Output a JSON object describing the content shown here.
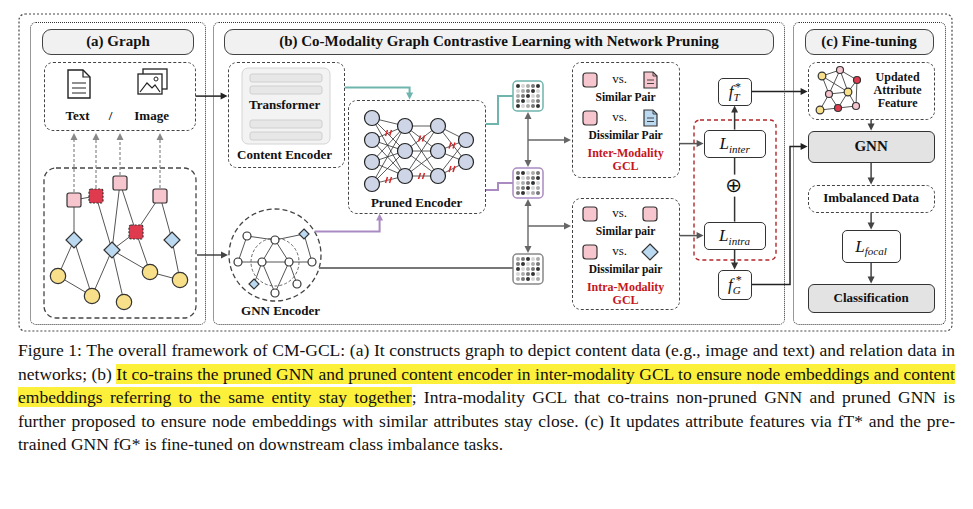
{
  "diagram": {
    "caption": "Figure 1: The overall framework of CM-GCL: (a) It constructs graph to depict content data (e.g., image and text) and relation data in networks; (b) It co-trains the pruned GNN and pruned content encoder in inter-modality GCL to ensure node embeddings and content embeddings referring to the same entity stay together; Intra-modality GCL that co-trains non-pruned GNN and pruned GNN is further proposed to ensure node embeddings with similar attributes stay close. (c) It updates attribute features via fT* and the pre-trained GNN fG* is fine-tuned on downstream class imbalance tasks.",
    "nodes": [
      {
        "text": [
          "(a) Graph"
        ]
      },
      {
        "text": [
          "Text",
          "/",
          "Image"
        ],
        "in": 0
      },
      {
        "text": [
          "(b) Co-Modality Graph Contrastive Learning with Network Pruning"
        ]
      },
      {
        "text": [
          "Transformer",
          "Content Encoder"
        ],
        "in": 2
      },
      {
        "text": [
          "GNN Encoder"
        ],
        "in": 2
      },
      {
        "text": [
          "Pruned Encoder"
        ],
        "in": 2
      },
      {
        "text": [
          "vs.",
          "Similar Pair",
          "vs.",
          "Dissimilar Pair",
          "Inter-Modality GCL"
        ],
        "in": 2
      },
      {
        "text": [
          "vs.",
          "Similar pair",
          "vs.",
          "Dissimilar pair",
          "Intra-Modality GCL"
        ],
        "in": 2
      },
      {
        "text": [
          "fT*"
        ],
        "in": 2
      },
      {
        "text": [
          "Linter"
        ],
        "in": 2
      },
      {
        "text": [
          "⊕"
        ],
        "in": 2
      },
      {
        "text": [
          "Lintra"
        ],
        "in": 2
      },
      {
        "text": [
          "fG*"
        ],
        "in": 2
      },
      {
        "text": [
          "(c) Fine-tuning"
        ]
      },
      {
        "text": [
          "Updated Attribute Feature"
        ],
        "in": 13
      },
      {
        "text": [
          "GNN"
        ],
        "in": 13
      },
      {
        "text": [
          "Imbalanced Data"
        ],
        "in": 13
      },
      {
        "text": [
          "Lfocal"
        ],
        "in": 13
      },
      {
        "text": [
          "Classification"
        ],
        "in": 13
      }
    ],
    "edges": [
      {
        "from": 1,
        "to": 3,
        "arrow": "to"
      },
      {
        "from": 3,
        "to": 5,
        "arrow": "to"
      },
      {
        "from": 4,
        "to": 5,
        "arrow": "to"
      },
      {
        "from": 6,
        "to": 9,
        "arrow": "to"
      },
      {
        "from": 7,
        "to": 11,
        "arrow": "to"
      },
      {
        "from": 9,
        "to": 8,
        "arrow": "to"
      },
      {
        "from": 9,
        "to": 10,
        "arrow": "none"
      },
      {
        "from": 11,
        "to": 10,
        "arrow": "none"
      },
      {
        "from": 11,
        "to": 12,
        "arrow": "to"
      },
      {
        "from": 8,
        "to": 14,
        "arrow": "to"
      },
      {
        "from": 12,
        "to": 15,
        "arrow": "to"
      },
      {
        "from": 14,
        "to": 15,
        "arrow": "to"
      },
      {
        "from": 15,
        "to": 16,
        "arrow": "to"
      },
      {
        "from": 16,
        "to": 17,
        "arrow": "to"
      },
      {
        "from": 17,
        "to": 18,
        "arrow": "to"
      }
    ]
  }
}
